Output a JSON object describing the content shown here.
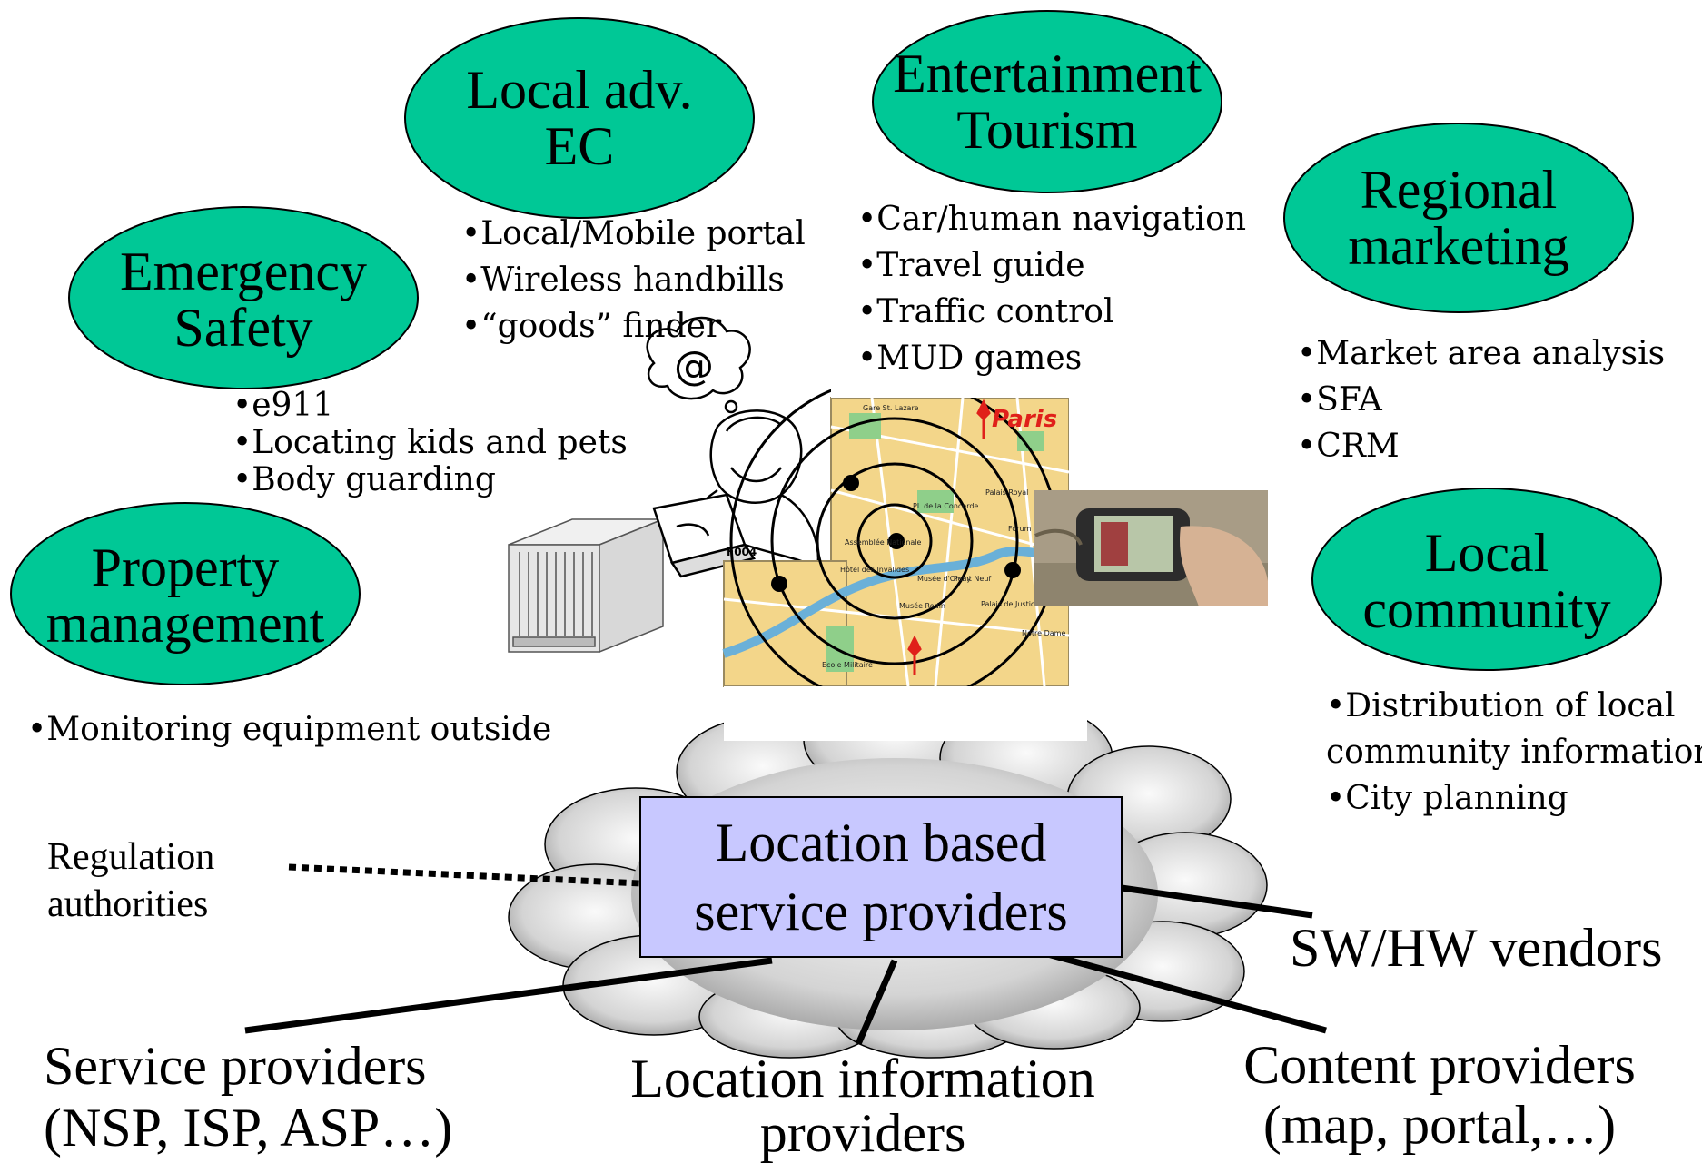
{
  "categories": [
    {
      "id": "local-adv",
      "title": [
        "Local adv.",
        "EC"
      ],
      "items": [
        "•Local/Mobile portal",
        "•Wireless handbills",
        "•“goods” finder"
      ]
    },
    {
      "id": "entertainment",
      "title": [
        "Entertainment",
        "Tourism"
      ],
      "items": [
        "•Car/human navigation",
        "•Travel guide",
        "•Traffic control",
        "•MUD games"
      ]
    },
    {
      "id": "regional",
      "title": [
        "Regional",
        "marketing"
      ],
      "items": [
        "•Market area analysis",
        "•SFA",
        "•CRM"
      ]
    },
    {
      "id": "emergency",
      "title": [
        "Emergency",
        "Safety"
      ],
      "items": [
        "•e911",
        "•Locating kids and pets",
        "•Body guarding"
      ]
    },
    {
      "id": "property",
      "title": [
        "Property",
        "management"
      ],
      "items": [
        "•Monitoring equipment outside"
      ]
    },
    {
      "id": "community",
      "title": [
        "Local",
        "community"
      ],
      "items": [
        "•Distribution of local",
        "community information",
        "•City planning"
      ]
    }
  ],
  "center": {
    "line1": "Location based",
    "line2": "service providers"
  },
  "stakeholders": {
    "regulation": [
      "Regulation",
      "authorities"
    ],
    "swhw": "SW/HW vendors",
    "service": [
      "Service providers",
      "(NSP, ISP, ASP…)"
    ],
    "location_info": [
      "Location information",
      "providers"
    ],
    "content": [
      "Content providers",
      "(map, portal,…)"
    ]
  },
  "map": {
    "title": "Paris",
    "label": "F004",
    "places": [
      "Gare St. Lazare",
      "Pl. de la Concorde",
      "Assemblée Nationale",
      "Hôtel des Invalides",
      "Musée Rodin",
      "Musée d'Orsay",
      "Point Neuf",
      "Palais de Justice",
      "Notre Dame",
      "Ecole Militaire",
      "Palais Royal",
      "Forum"
    ]
  },
  "bubble_text": "@",
  "colors": {
    "oval": "#00c896",
    "box": "#c8c8ff",
    "cloud": "#d8d8d8",
    "map_bg": "#f3d68a",
    "map_title": "#e0201a"
  }
}
